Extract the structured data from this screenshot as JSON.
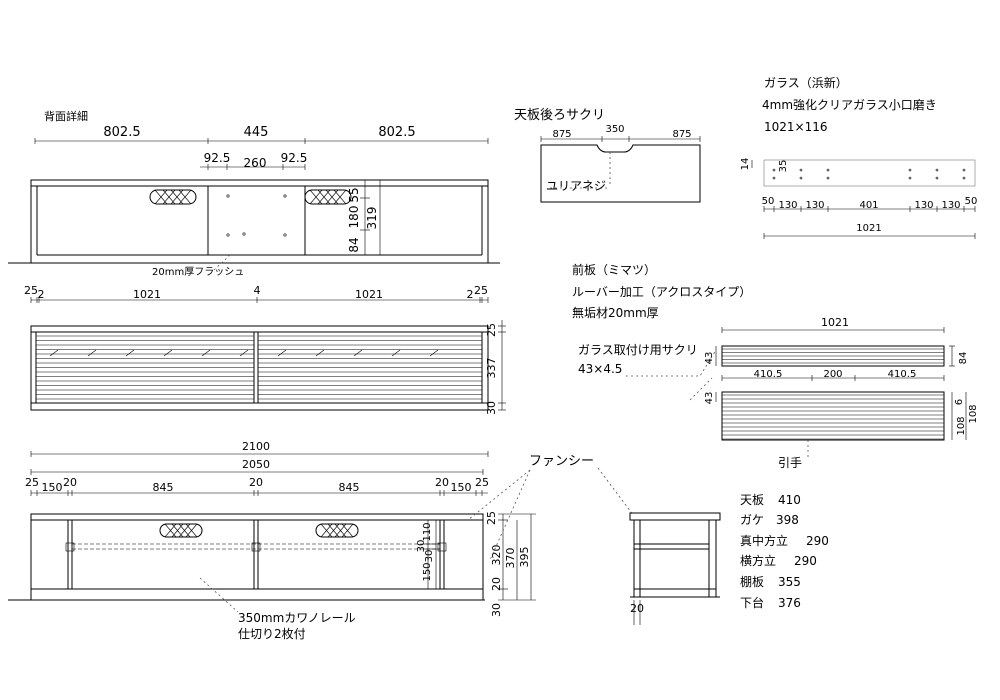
{
  "back_detail": {
    "title": "背面詳細",
    "top_dims": [
      "802.5",
      "445",
      "802.5"
    ],
    "sub_dims": [
      "92.5",
      "260",
      "92.5"
    ],
    "right_dims": [
      "55",
      "180",
      "84",
      "319"
    ],
    "flush_label": "20mm厚フラッシュ"
  },
  "mid_dims": [
    "25",
    "2",
    "1021",
    "4",
    "1021",
    "2",
    "25"
  ],
  "louver_front": {
    "right_dims": [
      "25",
      "337",
      "30"
    ]
  },
  "front_elevation": {
    "overall": "2100",
    "inner": "2050",
    "parts": [
      "25",
      "150",
      "20",
      "845",
      "20",
      "845",
      "20",
      "150",
      "25"
    ],
    "right_dims": [
      "110",
      "30",
      "30",
      "150",
      "25",
      "320",
      "370",
      "395",
      "20",
      "30"
    ],
    "rail_note_line1": "350mmカワノレール",
    "rail_note_line2": "仕切り2枚付"
  },
  "top_back_notch": {
    "title": "天板後ろサクリ",
    "dims": [
      "875",
      "350",
      "875"
    ],
    "screw_label": "ユリアネジ"
  },
  "fancy_label": "ファンシー",
  "side_section": {
    "bottom_dim": "20"
  },
  "glass": {
    "title": "ガラス（浜新）",
    "spec": "4mm強化クリアガラス小口磨き",
    "size": "1021×116",
    "left_dims": [
      "14",
      "35"
    ],
    "bottom_dims": [
      "50",
      "130",
      "130",
      "401",
      "130",
      "130",
      "50"
    ],
    "overall": "1021"
  },
  "front_panel": {
    "title": "前板（ミマツ）",
    "spec1": "ルーバー加工（アクロスタイプ）",
    "spec2": "無垢材20mm厚",
    "notch_title": "ガラス取付け用サクリ",
    "notch_size": "43×4.5",
    "top_dim": "1021",
    "mid_dims": [
      "410.5",
      "200",
      "410.5"
    ],
    "left_dims": [
      "43",
      "43"
    ],
    "right_dims": [
      "84",
      "6",
      "108",
      "108"
    ],
    "handle_label": "引手"
  },
  "parts_list": [
    {
      "name": "天板",
      "value": "410"
    },
    {
      "name": "ガケ",
      "value": "398"
    },
    {
      "name": "真中方立",
      "value": "290"
    },
    {
      "name": "横方立",
      "value": "290"
    },
    {
      "name": "棚板",
      "value": "355"
    },
    {
      "name": "下台",
      "value": "376"
    }
  ]
}
